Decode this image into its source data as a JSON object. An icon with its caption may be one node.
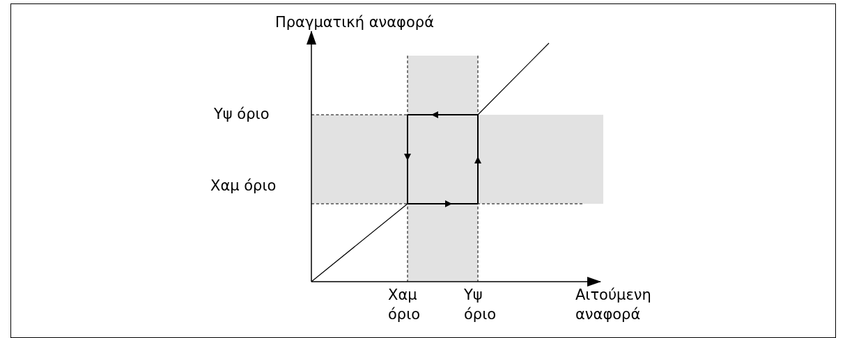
{
  "diagram": {
    "labels": [
      "Πραγματική αναφορά",
      "Υψ όριο",
      "Χαμ όριο",
      "Χαμ όριο",
      "Υψ όριο",
      "Αιτούμενη αναφορά"
    ]
  }
}
